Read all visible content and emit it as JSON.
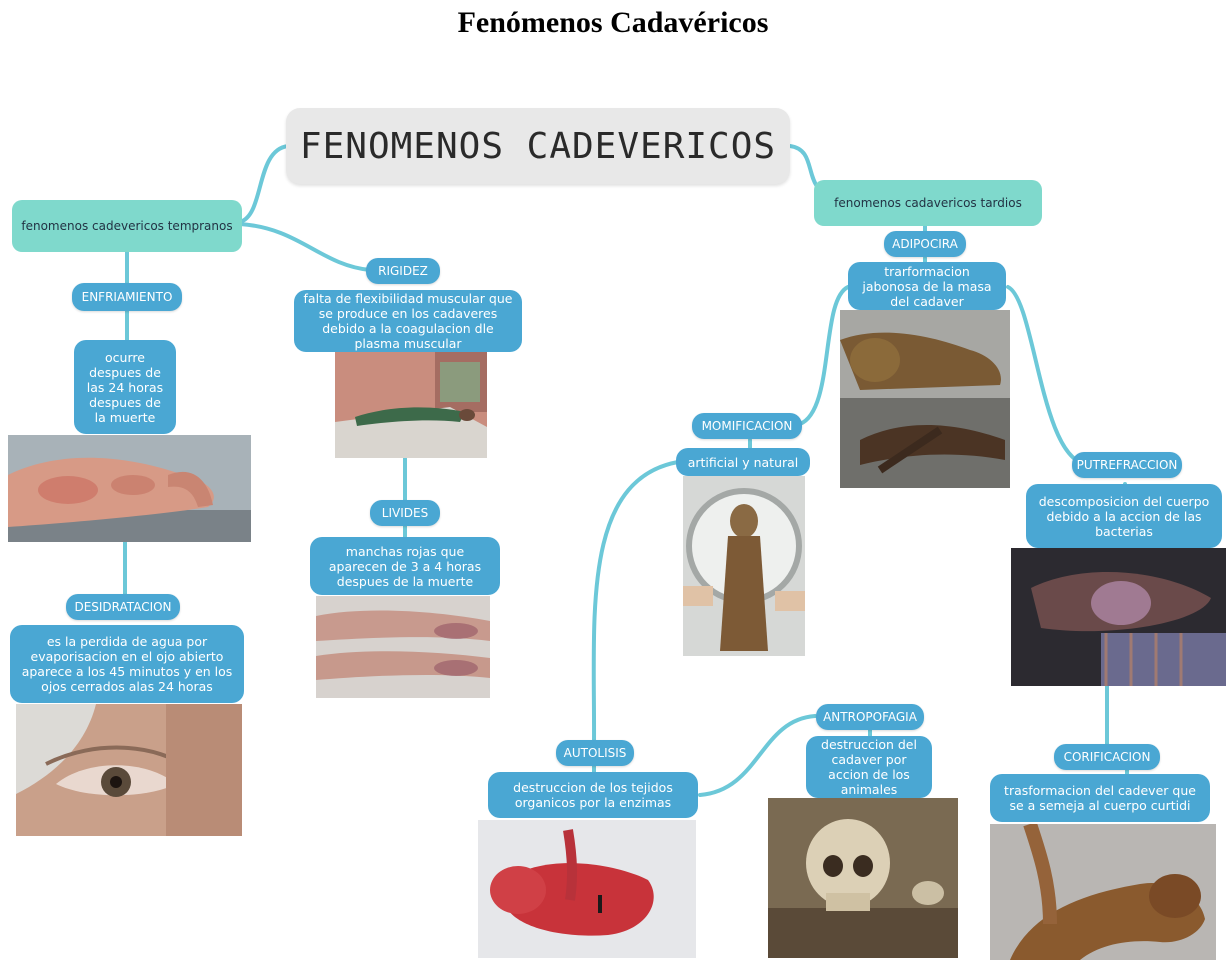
{
  "page_title": "Fenómenos   Cadavéricos",
  "map_title": "FENOMENOS CADEVERICOS",
  "colors": {
    "branch": "#7fd9cc",
    "node": "#4aa7d3",
    "link": "#6cc8d8",
    "title_bg": "#e8e8e8"
  },
  "early": {
    "label": "fenomenos cadevericos tempranos",
    "enfriamiento": {
      "label": "ENFRIAMIENTO",
      "desc": "ocurre despues de las 24 horas despues de la muerte"
    },
    "desidratacion": {
      "label": "DESIDRATACION",
      "desc": "es la perdida de agua por evaporisacion en el ojo abierto aparece a los 45 minutos y en los ojos cerrados alas 24 horas"
    },
    "rigidez": {
      "label": "RIGIDEZ",
      "desc": "falta de flexibilidad muscular que se produce en los cadaveres debido a la coagulacion dle plasma muscular"
    },
    "livides": {
      "label": "LIVIDES",
      "desc": "manchas rojas que aparecen de 3 a 4 horas despues de la muerte"
    }
  },
  "late": {
    "label": "fenomenos cadavericos tardios",
    "adipocira": {
      "label": "ADIPOCIRA",
      "desc": "trarformacion jabonosa de la masa del cadaver"
    },
    "momificacion": {
      "label": "MOMIFICACION",
      "desc": "artificial y natural"
    },
    "putrefraccion": {
      "label": "PUTREFRACCION",
      "desc": "descomposicion del cuerpo debido a la accion de las bacterias"
    },
    "corificacion": {
      "label": "CORIFICACION",
      "desc": "trasformacion del cadever que se a semeja al cuerpo curtidi"
    },
    "autolisis": {
      "label": "AUTOLISIS",
      "desc": "destruccion de los tejidos organicos por la enzimas"
    },
    "antropofagia": {
      "label": "ANTROPOFAGIA",
      "desc": "destruccion del cadaver por accion de los animales"
    }
  }
}
